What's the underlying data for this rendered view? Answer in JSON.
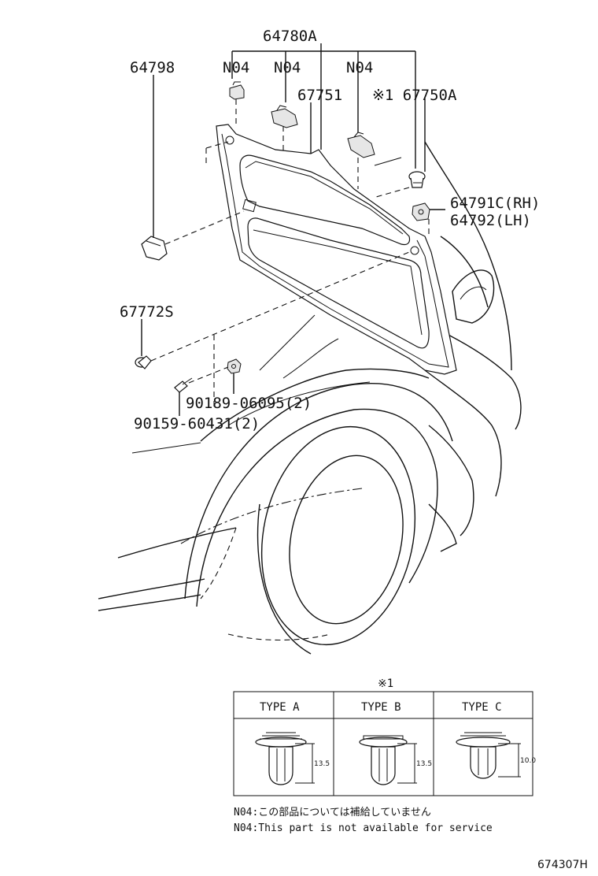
{
  "callouts": {
    "assembly": "64780A",
    "p64798": "64798",
    "n04_a": "N04",
    "n04_b": "N04",
    "n04_c": "N04",
    "p67751": "67751",
    "p67750a": "※1 67750A",
    "p64791c": "64791C(RH)",
    "p64792": "64792(LH)",
    "p67772s": "67772S",
    "p90189": "90189-06095(2)",
    "p90159": "90159-60431(2)"
  },
  "type_table": {
    "mark": "※1",
    "columns": [
      {
        "label": "TYPE A",
        "dimension": "13.5"
      },
      {
        "label": "TYPE B",
        "dimension": "13.5"
      },
      {
        "label": "TYPE C",
        "dimension": "10.0"
      }
    ]
  },
  "notes": {
    "line_jp": "N04:この部品については補給していません",
    "line_en": "N04:This part is not available for service"
  },
  "diagram_code": "674307H"
}
